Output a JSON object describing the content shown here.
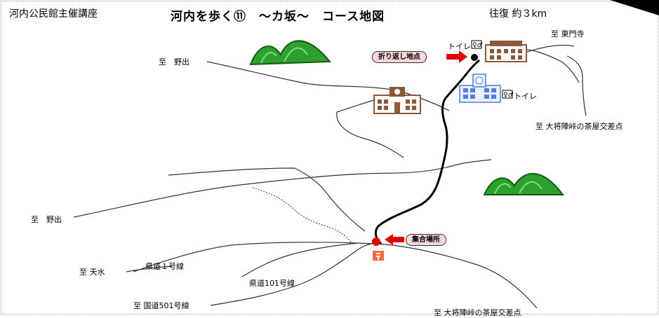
{
  "header": {
    "organizer": "河内公民館主催講座",
    "title": "河内を歩く⑪　～カ坂～　コース地図",
    "distance": "往復 約３km"
  },
  "labels": {
    "to_noide_top": "至　野出",
    "to_tomonji": "至 東門寺",
    "to_daishojin_right": "至 大将陣峠の茶屋交差点",
    "to_noide_left": "至　野出",
    "to_tensui": "至 天水",
    "prefroad_1": "県道１号線",
    "prefroad_101": "県道101号線",
    "national_501": "至 国道501号線",
    "to_daishojin_bottom": "至 大将陣峠の茶屋交差点",
    "toilet_top": "トイレ",
    "toilet_mid": "トイレ"
  },
  "callouts": {
    "turnaround": "折り返し地点",
    "meeting": "集合場所"
  },
  "colors": {
    "route": "#000000",
    "road": "#333333",
    "callout_fill": "#f6d6d6",
    "arrow": "#e00000",
    "mountain": "#2ea02e",
    "building": "#8a5a3a",
    "school_blue": "#4f7fd8",
    "post_office": "#ff6a3a"
  },
  "icons": [
    "mountain-icon",
    "building-icon",
    "school-icon",
    "toilet-icon",
    "post-office-icon",
    "red-arrow-icon"
  ]
}
